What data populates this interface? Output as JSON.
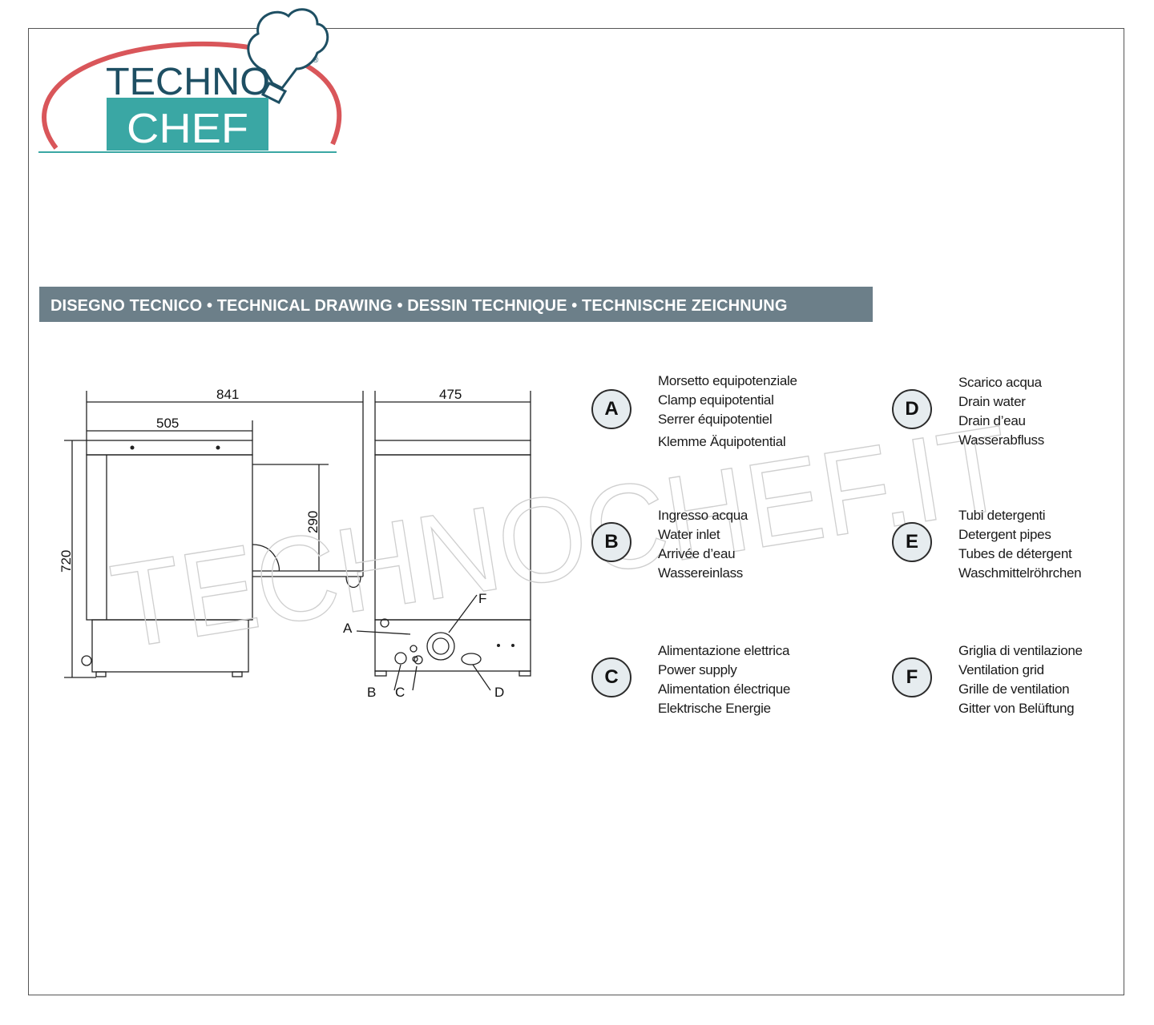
{
  "logo": {
    "line1": "TECHNO",
    "line2": "CHEF",
    "registered": "®"
  },
  "banner": {
    "title": "DISEGNO TECNICO • TECHNICAL DRAWING • DESSIN TECHNIQUE • TECHNISCHE ZEICHNUNG"
  },
  "watermark": "TECHNOCHEF.IT",
  "dimensions": {
    "depth_total": "841",
    "depth_body": "505",
    "height": "720",
    "door_height": "290",
    "width": "475"
  },
  "callouts": {
    "a": "A",
    "b": "B",
    "c": "C",
    "d": "D",
    "f": "F"
  },
  "legend": [
    {
      "letter": "A",
      "lines": [
        "Morsetto equipotenziale",
        "Clamp equipotential",
        "Serrer équipotentiel",
        "Klemme Äquipotential"
      ]
    },
    {
      "letter": "B",
      "lines": [
        "Ingresso acqua",
        "Water inlet",
        "Arrivée d’eau",
        "Wassereinlass"
      ]
    },
    {
      "letter": "C",
      "lines": [
        "Alimentazione elettrica",
        "Power supply",
        "Alimentation électrique",
        "Elektrische Energie"
      ]
    },
    {
      "letter": "D",
      "lines": [
        "Scarico acqua",
        "Drain water",
        "Drain d’eau",
        "Wasserabfluss"
      ]
    },
    {
      "letter": "E",
      "lines": [
        "Tubi detergenti",
        "Detergent pipes",
        "Tubes de détergent",
        "Waschmittelröhrchen"
      ]
    },
    {
      "letter": "F",
      "lines": [
        "Griglia di ventilazione",
        "Ventilation grid",
        "Grille de ventilation",
        "Gitter von Belüftung"
      ]
    }
  ],
  "colors": {
    "logo_arc": "#d9565a",
    "logo_teal": "#3aa7a4",
    "logo_text": "#1e4f63",
    "banner": "#6c7f89"
  }
}
